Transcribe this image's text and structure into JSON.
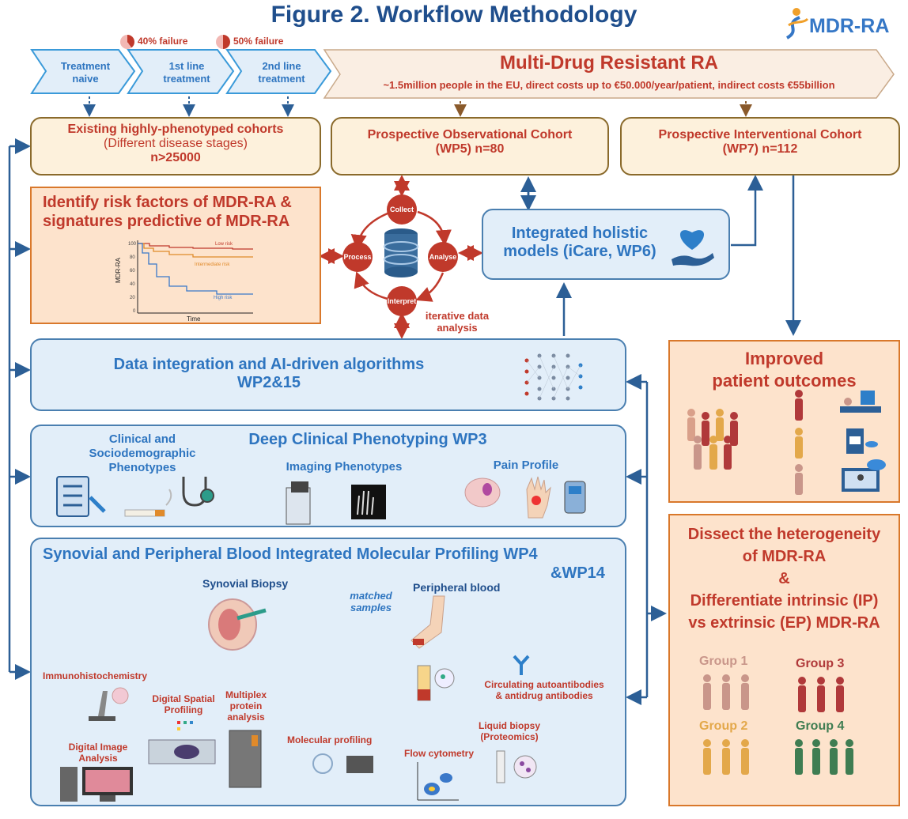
{
  "title": "Figure 2. Workflow Methodology",
  "logo": {
    "text": "MDR-RA"
  },
  "failures": [
    {
      "label": "40% failure",
      "percent": 40
    },
    {
      "label": "50% failure",
      "percent": 50
    }
  ],
  "stages": [
    {
      "line1": "Treatment",
      "line2": "naive"
    },
    {
      "line1": "1st line",
      "line2": "treatment"
    },
    {
      "line1": "2nd line",
      "line2": "treatment"
    }
  ],
  "banner": {
    "title": "Multi-Drug Resistant RA",
    "subtitle": "~1.5million people in the EU, direct costs up to €50.000/year/patient, indirect costs €55billion"
  },
  "cohorts": {
    "existing": {
      "line1": "Existing highly-phenotyped cohorts",
      "line2": "(Different disease stages)",
      "line3": "n>25000"
    },
    "observational": {
      "line1": "Prospective Observational  Cohort",
      "line2": "(WP5) n=80"
    },
    "interventional": {
      "line1": "Prospective Interventional Cohort",
      "line2": "(WP7) n=112"
    }
  },
  "risk": {
    "title_line1": "Identify risk factors of MDR-RA &",
    "title_line2": "signatures predictive of MDR-RA",
    "chart": {
      "ylabel": "MDR-RA",
      "xlabel": "Time",
      "yticks": [
        "100",
        "80",
        "60",
        "40",
        "20",
        "0"
      ],
      "curves": [
        {
          "name": "Low risk",
          "color": "#c0392b"
        },
        {
          "name": "Intermediate risk",
          "color": "#e08a2a"
        },
        {
          "name": "High risk",
          "color": "#3a78c9"
        }
      ]
    }
  },
  "cycle": {
    "collect": "Collect",
    "analyse": "Analyse",
    "interpret": "Interpret",
    "process": "Process",
    "caption_line1": "iterative data",
    "caption_line2": "analysis"
  },
  "holistic": {
    "line1": "Integrated holistic",
    "line2": "models  (iCare, WP6)"
  },
  "data_integration": {
    "line1": "Data integration and AI-driven algorithms",
    "line2": "WP2&15"
  },
  "phenotyping": {
    "title": "Deep Clinical Phenotyping WP3",
    "clinical_line1": "Clinical and",
    "clinical_line2": "Sociodemographic",
    "clinical_line3": "Phenotypes",
    "imaging": "Imaging Phenotypes",
    "pain": "Pain Profile"
  },
  "molecular": {
    "title_line1": "Synovial and Peripheral Blood Integrated  Molecular Profiling WP4",
    "title_line2": "&WP14",
    "synovial_biopsy": "Synovial Biopsy",
    "matched_line1": "matched",
    "matched_line2": "samples",
    "peripheral_blood": "Peripheral blood",
    "immuno": "Immunohistochemistry",
    "dsp_line1": "Digital Spatial",
    "dsp_line2": "Profiling",
    "multiplex_line1": "Multiplex",
    "multiplex_line2": "protein",
    "multiplex_line3": "analysis",
    "dia_line1": "Digital Image",
    "dia_line2": "Analysis",
    "mol_profiling": "Molecular profiling",
    "flow": "Flow cytometry",
    "circ_line1": "Circulating autoantibodies",
    "circ_line2": "& antidrug antibodies",
    "liquid_line1": "Liquid biopsy",
    "liquid_line2": "(Proteomics)"
  },
  "outcomes": {
    "line1": "Improved",
    "line2": "patient outcomes"
  },
  "dissect": {
    "line1": "Dissect the heterogeneity",
    "line2": "of MDR-RA",
    "line3": "&",
    "line4": "Differentiate intrinsic (IP)",
    "line5": "vs extrinsic (EP) MDR-RA",
    "groups": [
      {
        "name": "Group 1",
        "color": "#c9968a"
      },
      {
        "name": "Group 3",
        "color": "#b0393a"
      },
      {
        "name": "Group 2",
        "color": "#e3a84a"
      },
      {
        "name": "Group 4",
        "color": "#3f7d52"
      }
    ]
  }
}
